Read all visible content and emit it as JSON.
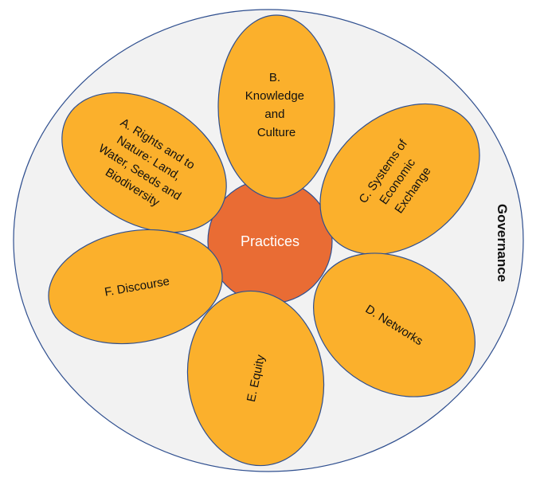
{
  "diagram": {
    "outer_label": "Governance",
    "center_label": "Practices",
    "petals": [
      {
        "id": "A",
        "lines": [
          "A. Rights and to",
          "Nature: Land,",
          "Water, Seeds and",
          "Biodiversity"
        ]
      },
      {
        "id": "B",
        "lines": [
          "B.",
          "Knowledge",
          "and",
          "Culture"
        ]
      },
      {
        "id": "C",
        "lines": [
          "C. Systems of",
          "Economic",
          "Exchange"
        ]
      },
      {
        "id": "D",
        "lines": [
          "D. Networks"
        ]
      },
      {
        "id": "E",
        "lines": [
          "E. Equity"
        ]
      },
      {
        "id": "F",
        "lines": [
          "F. Discourse"
        ]
      }
    ],
    "colors": {
      "outer": "#f2f2f2",
      "center": "#e96c34",
      "petal": "#fbb02c",
      "stroke": "#2f4f8f"
    }
  }
}
